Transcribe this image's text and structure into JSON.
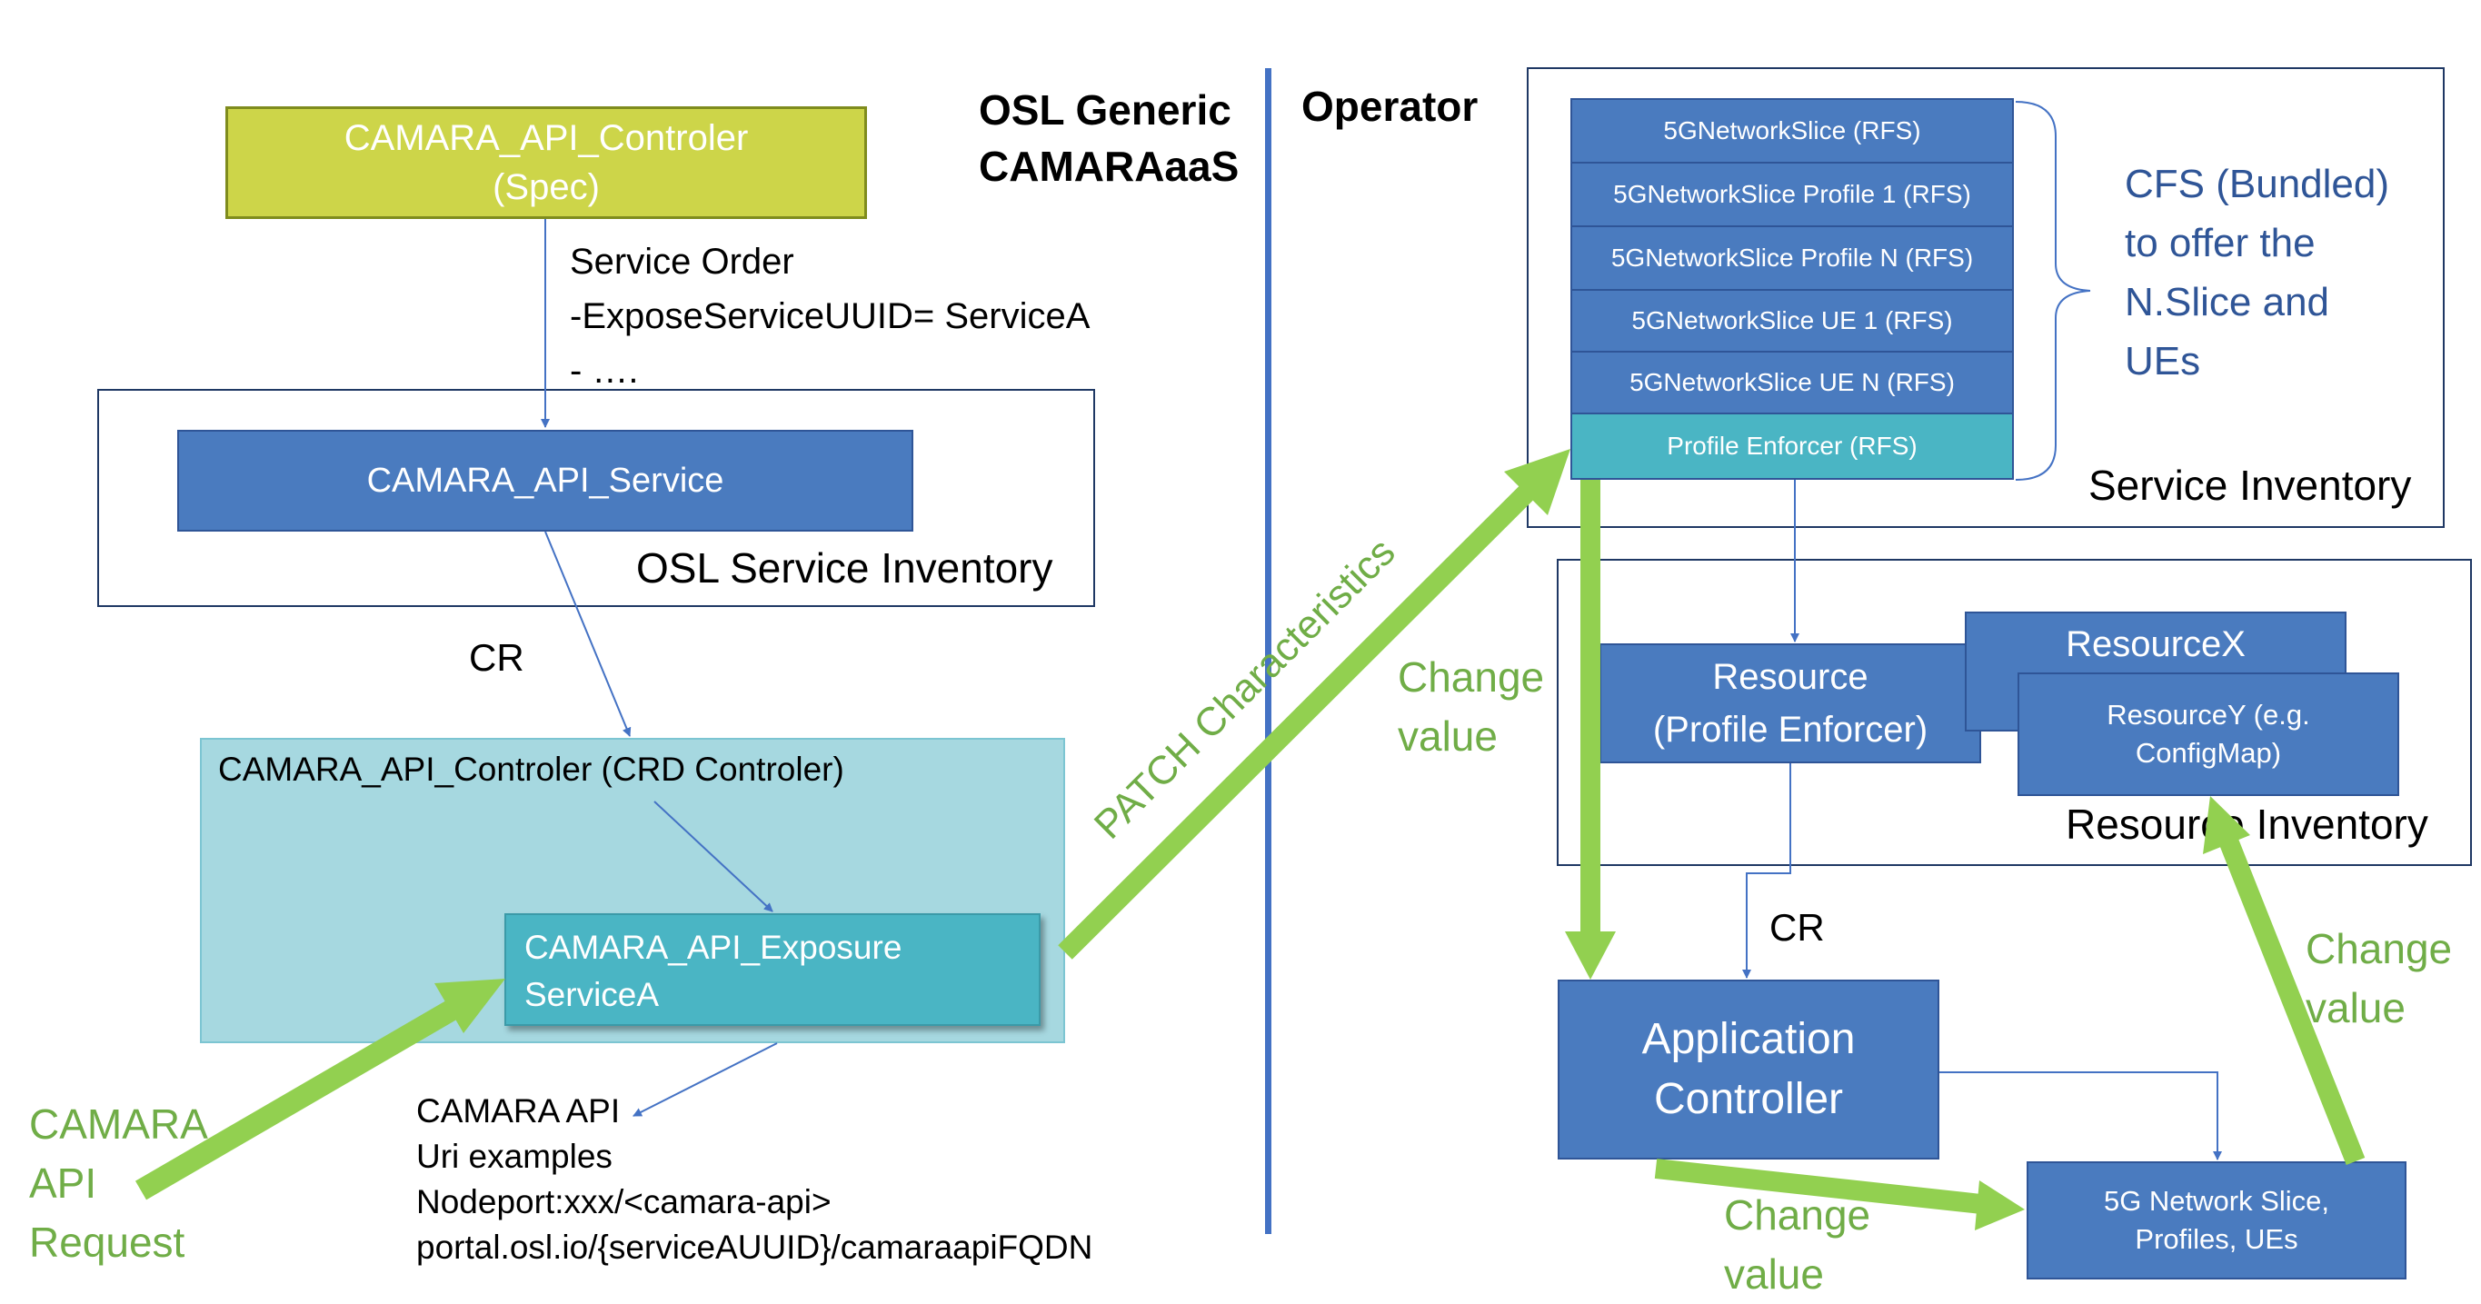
{
  "headings": {
    "left_line1": "OSL Generic",
    "left_line2": "CAMARAaaS",
    "right": "Operator"
  },
  "left": {
    "spec_box": {
      "line1": "CAMARA_API_Controler",
      "line2": "(Spec)"
    },
    "service_order": [
      "Service Order",
      "-ExposeServiceUUID= ServiceA",
      "- …."
    ],
    "api_service": "CAMARA_API_Service",
    "osl_inventory_label": "OSL Service Inventory",
    "cr_label": "CR",
    "crd_controller_label": "CAMARA_API_Controler (CRD Controler)",
    "exposure_box": {
      "line1": "CAMARA_API_Exposure",
      "line2": "ServiceA"
    },
    "camara_request": [
      "CAMARA",
      "API",
      "Request"
    ],
    "uri_examples": [
      "CAMARA API",
      "Uri examples",
      "Nodeport:xxx/<camara-api>",
      "portal.osl.io/{serviceAUUID}/camaraapiFQDN"
    ],
    "patch_label": "PATCH Characteristics"
  },
  "right": {
    "rfs_stack": [
      "5GNetworkSlice (RFS)",
      "5GNetworkSlice Profile 1 (RFS)",
      "5GNetworkSlice Profile N (RFS)",
      "5GNetworkSlice UE 1 (RFS)",
      "5GNetworkSlice UE N (RFS)",
      "Profile Enforcer (RFS)"
    ],
    "cfs_note": [
      "CFS (Bundled)",
      "to offer the",
      "N.Slice and",
      "UEs"
    ],
    "service_inventory_label": "Service Inventory",
    "resource_box": {
      "line1": "Resource",
      "line2": "(Profile Enforcer)"
    },
    "resource_x": "ResourceX",
    "resource_y": {
      "line1": "ResourceY (e.g.",
      "line2": "ConfigMap)"
    },
    "resource_inventory_label": "Resource Inventory",
    "change_value_1": [
      "Change",
      "value"
    ],
    "cr_label": "CR",
    "app_controller": {
      "line1": "Application",
      "line2": "Controller"
    },
    "change_value_2": [
      "Change",
      "value"
    ],
    "change_value_3": [
      "Change",
      "value"
    ],
    "network_slice_box": {
      "line1": "5G Network Slice,",
      "line2": "Profiles, UEs"
    }
  },
  "colors": {
    "spec_fill": "#cdd549",
    "blue_fill": "#4a7bbf",
    "teal_fill": "#4ab5c4",
    "light_teal": "#a6d8e0",
    "green_arrow": "#92d050",
    "green_text": "#70ad47",
    "divider": "#4472c4",
    "cfs_text": "#2f5597"
  }
}
